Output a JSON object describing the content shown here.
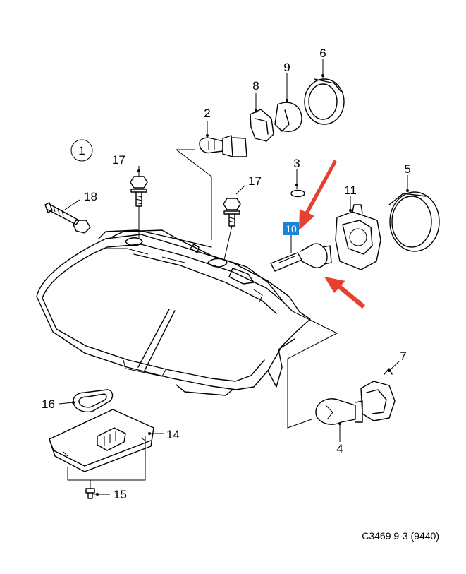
{
  "labels": {
    "p1": "1",
    "p2": "2",
    "p3": "3",
    "p4": "4",
    "p5": "5",
    "p6": "6",
    "p7": "7",
    "p8": "8",
    "p9": "9",
    "p10": "10",
    "p11": "11",
    "p14": "14",
    "p15": "15",
    "p16": "16",
    "p17a": "17",
    "p17b": "17",
    "p18": "18"
  },
  "caption": "C3469 9-3 (9440)",
  "highlight_color": "#1a84d8",
  "arrow_color": "#e8402f"
}
